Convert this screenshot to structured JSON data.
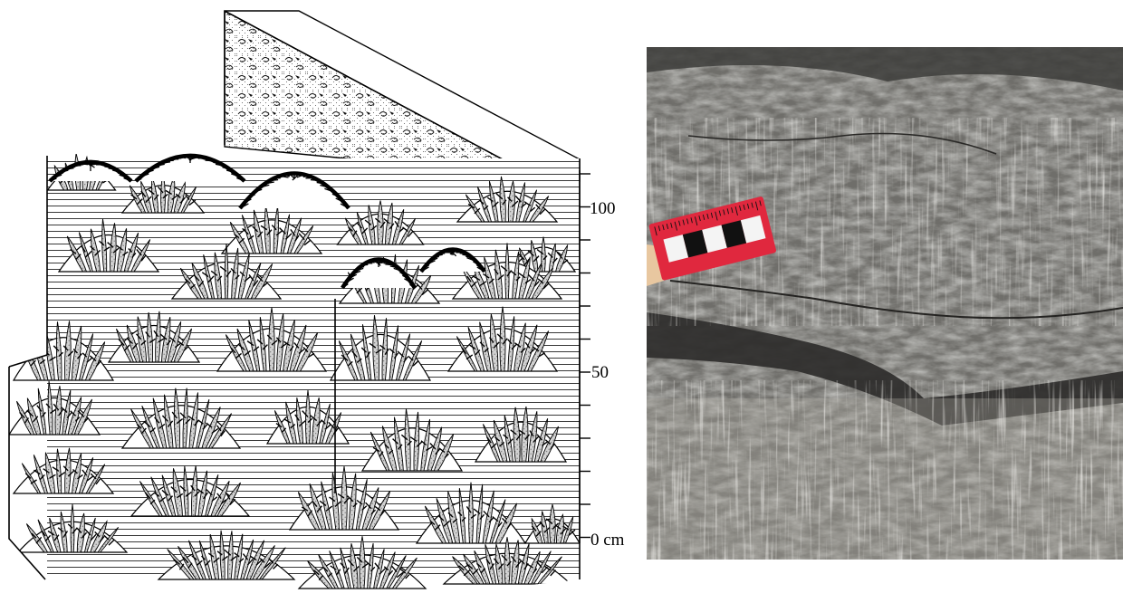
{
  "figure": {
    "scale_labels": {
      "top": "100",
      "middle": "50",
      "bottom": "0 cm"
    }
  },
  "photo": {
    "ruler_colors": {
      "body": "#e0283e",
      "mark_dark": "#111111",
      "mark_light": "#f4f4f4"
    }
  }
}
